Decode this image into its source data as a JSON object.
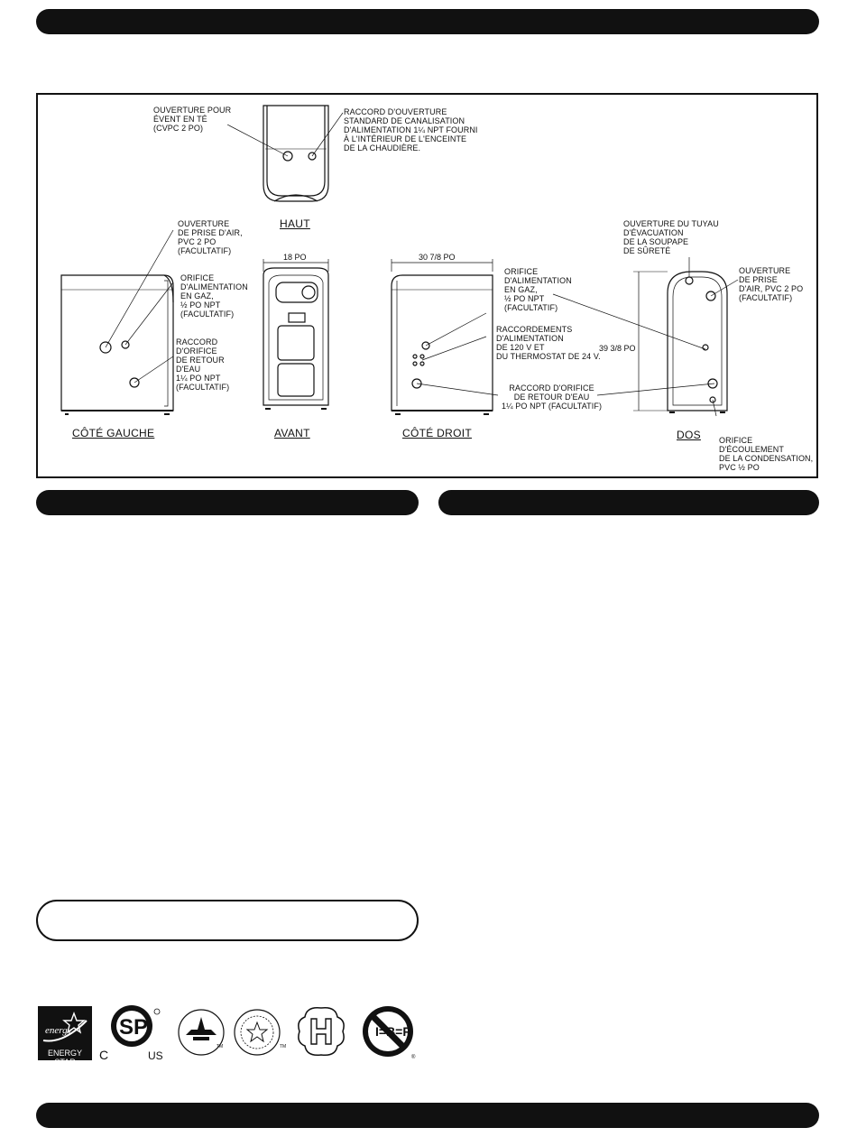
{
  "diagram": {
    "views": {
      "top": "HAUT",
      "left": "CÔTÉ GAUCHE",
      "front": "AVANT",
      "right": "CÔTÉ DROIT",
      "back": "DOS"
    },
    "dimensions": {
      "width": "18 PO",
      "depth": "30 7/8 PO",
      "height": "39 3/8 PO"
    },
    "callouts": {
      "vent_tee": "OUVERTURE POUR\nÉVENT EN TÉ\n(CVPC 2 PO)",
      "supply_std": "RACCORD D'OUVERTURE\nSTANDARD DE CANALISATION\nD'ALIMENTATION 1¼ NPT FOURNI\nÀ L'INTÉRIEUR DE L'ENCEINTE\nDE LA CHAUDIÈRE.",
      "air_intake_left": "OUVERTURE\nDE PRISE D'AIR,\nPVC 2 PO\n(FACULTATIF)",
      "gas_left": "ORIFICE\nD'ALIMENTATION\nEN GAZ,\n½ PO NPT\n(FACULTATIF)",
      "return_left": "RACCORD\nD'ORIFICE\nDE RETOUR\nD'EAU\n1¼ PO NPT\n(FACULTATIF)",
      "gas_right": "ORIFICE\nD'ALIMENTATION\nEN GAZ,\n½ PO NPT\n(FACULTATIF)",
      "power": "RACCORDEMENTS\nD'ALIMENTATION\nDE 120 V ET\nDU THERMOSTAT DE 24 V.",
      "return_right": "RACCORD D'ORIFICE\nDE RETOUR D'EAU\n1¼ PO NPT (FACULTATIF)",
      "relief_valve": "OUVERTURE DU TUYAU\nD'ÉVACUATION\nDE LA SOUPAPE\nDE SÛRETÉ",
      "air_intake_back": "OUVERTURE\nDE PRISE\nD'AIR, PVC 2 PO\n(FACULTATIF)",
      "condensate": "ORIFICE\nD'ÉCOULEMENT\nDE LA CONDENSATION,\nPVC ½ PO"
    }
  },
  "logos": {
    "energy_star": "ENERGY STAR",
    "csa_c": "C",
    "csa_us": "US",
    "tm": "TM",
    "registered": "®"
  }
}
